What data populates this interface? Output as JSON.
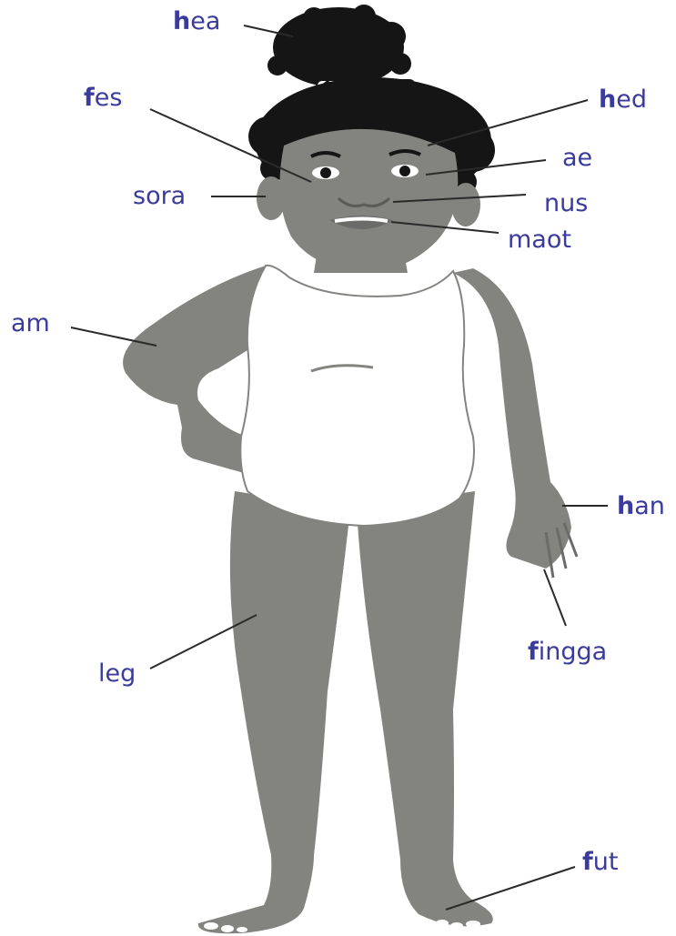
{
  "labels": {
    "hea": {
      "first": "h",
      "rest": "ea",
      "bold_first": true
    },
    "fes": {
      "first": "f",
      "rest": "es",
      "bold_first": true
    },
    "hed": {
      "first": "h",
      "rest": "ed",
      "bold_first": true
    },
    "ae": {
      "first": "",
      "rest": "ae",
      "bold_first": false
    },
    "sora": {
      "first": "",
      "rest": "sora",
      "bold_first": false
    },
    "nus": {
      "first": "",
      "rest": "nus",
      "bold_first": false
    },
    "maot": {
      "first": "",
      "rest": "maot",
      "bold_first": false
    },
    "am": {
      "first": "",
      "rest": "am",
      "bold_first": false
    },
    "han": {
      "first": "h",
      "rest": "an",
      "bold_first": true
    },
    "fingga": {
      "first": "f",
      "rest": "ingga",
      "bold_first": true
    },
    "leg": {
      "first": "",
      "rest": "leg",
      "bold_first": false
    },
    "fut": {
      "first": "f",
      "rest": "ut",
      "bold_first": true
    }
  },
  "colors": {
    "label_text": "#3b3b9c",
    "skin": "#838480",
    "hair": "#151515",
    "outfit": "#ffffff",
    "leader_line": "#2a2a2a"
  }
}
